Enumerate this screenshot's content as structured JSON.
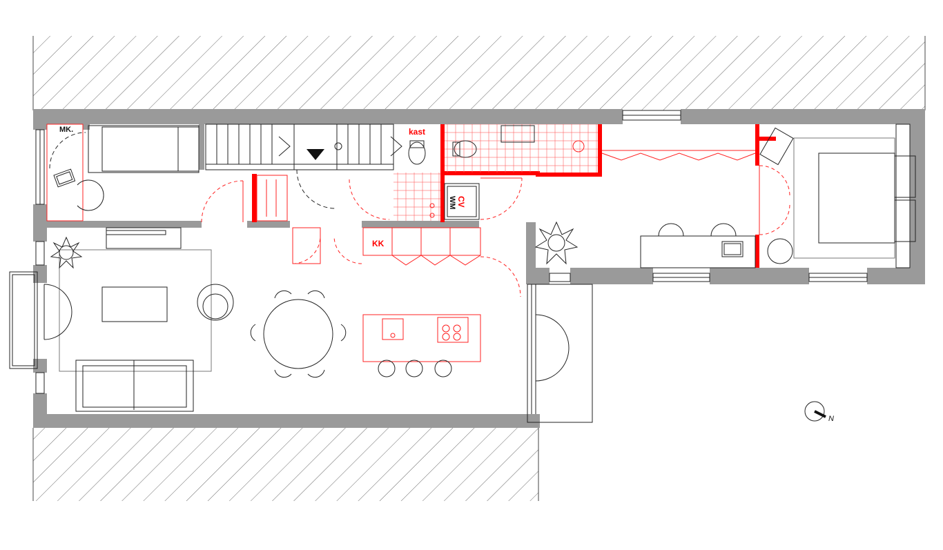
{
  "labels": {
    "meterkast": "MK.",
    "kast": "kast",
    "wm": "WM",
    "cv": "CV",
    "kk": "KK",
    "north": "N"
  },
  "colors": {
    "existing_wall": "#9a9a9a",
    "new_wall": "#ff0000",
    "furniture": "#222222"
  },
  "icons": [
    "plant-icon",
    "laptop-icon",
    "toilet-icon",
    "sink-icon",
    "stove-icon",
    "bed-icon",
    "stair-icon",
    "compass-icon"
  ]
}
